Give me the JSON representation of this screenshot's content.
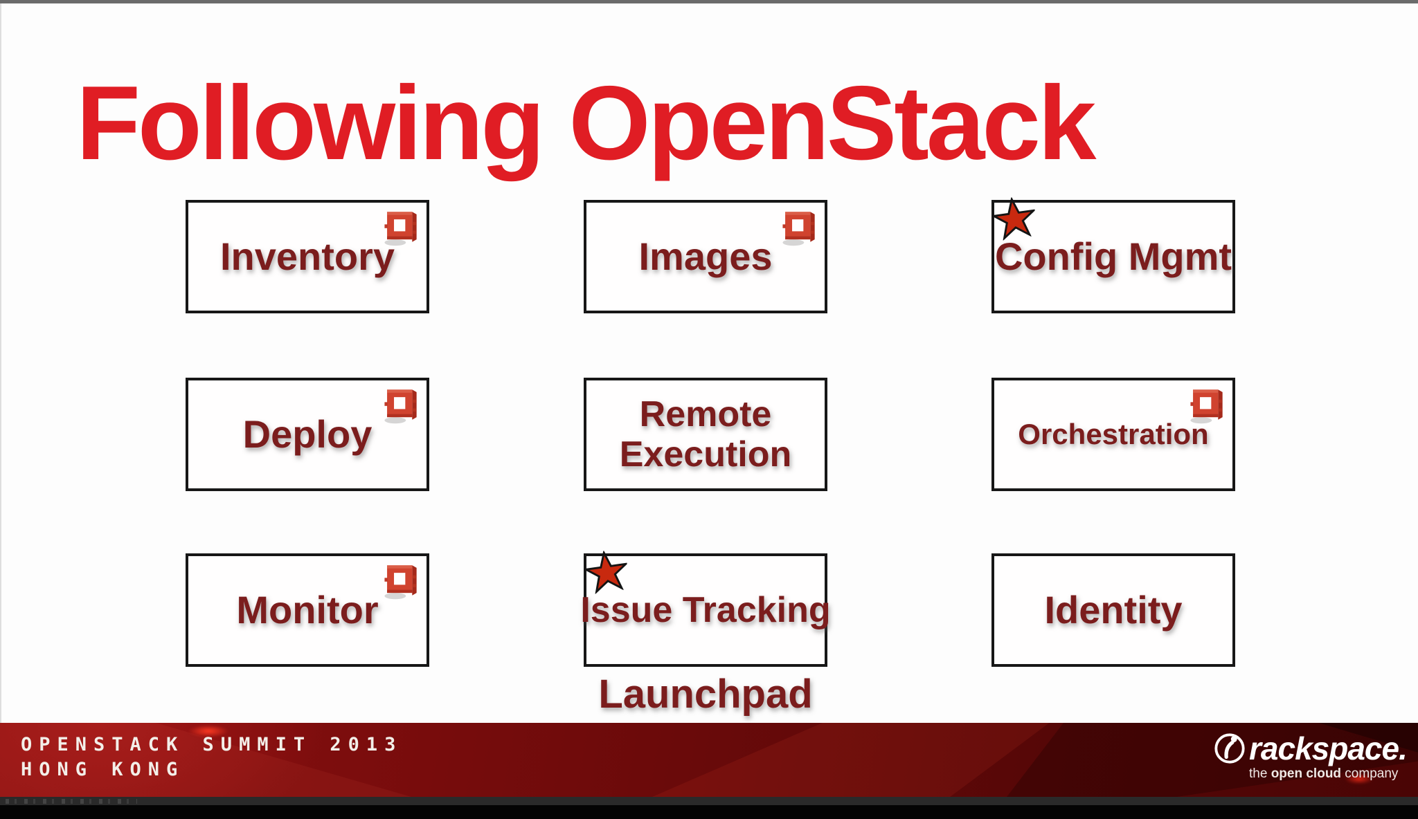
{
  "slide": {
    "title": "Following OpenStack",
    "caption": "Launchpad"
  },
  "grid": {
    "items": [
      {
        "id": "inventory",
        "label": "Inventory",
        "icon": "openstack-cube"
      },
      {
        "id": "images",
        "label": "Images",
        "icon": "openstack-cube"
      },
      {
        "id": "config-mgmt",
        "label": "Config Mgmt",
        "icon": "star"
      },
      {
        "id": "deploy",
        "label": "Deploy",
        "icon": "openstack-cube"
      },
      {
        "id": "remote-execution",
        "label": "Remote Execution",
        "icon": null
      },
      {
        "id": "orchestration",
        "label": "Orchestration",
        "icon": "openstack-cube"
      },
      {
        "id": "monitor",
        "label": "Monitor",
        "icon": "openstack-cube"
      },
      {
        "id": "issue-tracking",
        "label": "Issue Tracking",
        "icon": "star"
      },
      {
        "id": "identity",
        "label": "Identity",
        "icon": null
      }
    ]
  },
  "footer": {
    "event_line1": "OPENSTACK SUMMIT 2013",
    "event_line2": "HONG KONG",
    "brand_wordmark": "rackspace.",
    "tagline_pre": "the ",
    "tagline_bold": "open cloud",
    "tagline_post": " company"
  },
  "colors": {
    "title_red": "#e01d24",
    "label_maroon": "#7b1d1d",
    "star_red": "#c8290f",
    "openstack_icon_red": "#d0432f",
    "footer_red": "#6d0a0a"
  }
}
